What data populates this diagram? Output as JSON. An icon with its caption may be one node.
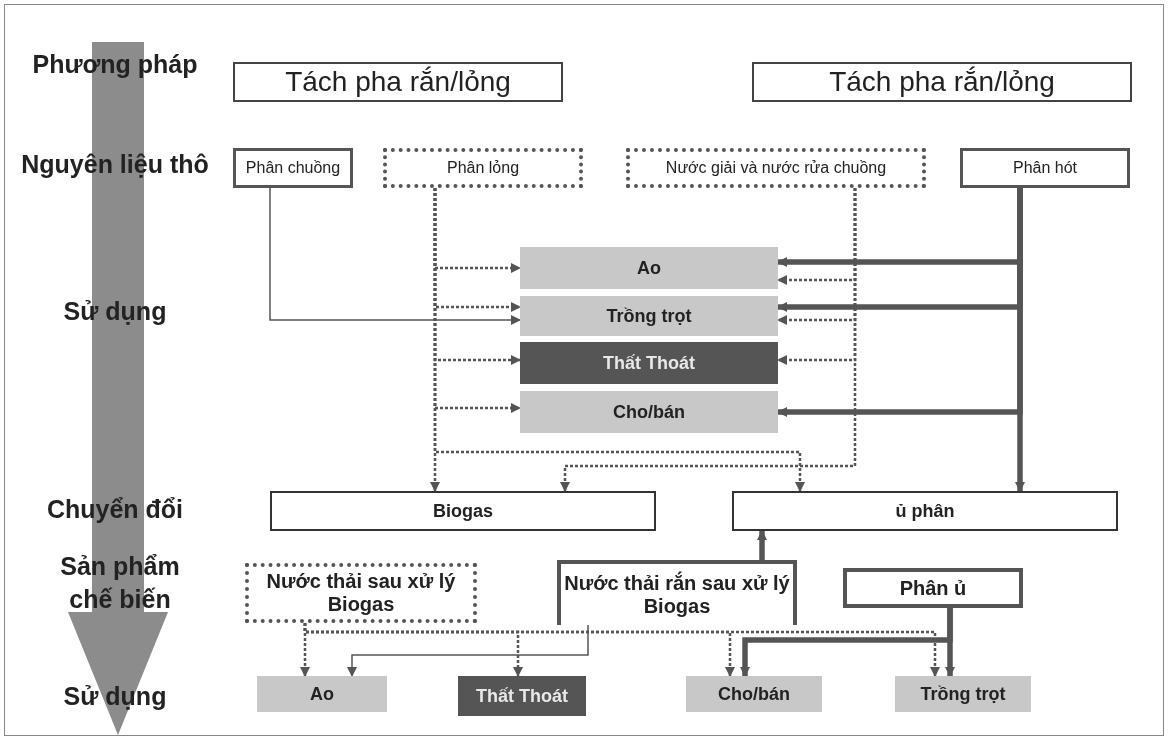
{
  "diagram": {
    "nodes": [
      {
        "text": [
          "Tách pha rắn/lỏng"
        ]
      },
      {
        "text": [
          "Tách pha rắn/lỏng"
        ]
      },
      {
        "text": [
          "Phân chuồng"
        ]
      },
      {
        "text": [
          "Phân lỏng"
        ]
      },
      {
        "text": [
          "Nước giải và nước rửa chuồng"
        ]
      },
      {
        "text": [
          "Phân hót"
        ]
      },
      {
        "text": [
          "Ao"
        ]
      },
      {
        "text": [
          "Trồng trọt"
        ]
      },
      {
        "text": [
          "Thất Thoát"
        ]
      },
      {
        "text": [
          "Cho/bán"
        ]
      },
      {
        "text": [
          "Biogas"
        ]
      },
      {
        "text": [
          "ủ phân"
        ]
      },
      {
        "text": [
          "Nước thải sau xử lý Biogas"
        ]
      },
      {
        "text": [
          "Nước thải rắn sau xử lý Biogas"
        ]
      },
      {
        "text": [
          "Phân ủ"
        ]
      },
      {
        "text": [
          "Ao"
        ]
      },
      {
        "text": [
          "Thất Thoát"
        ]
      },
      {
        "text": [
          "Cho/bán"
        ]
      },
      {
        "text": [
          "Trồng trọt"
        ]
      }
    ],
    "edges": [
      {
        "from": 2,
        "to": 7,
        "arrow": "to"
      },
      {
        "from": 3,
        "to": 6,
        "arrow": "to",
        "style": "dashed"
      },
      {
        "from": 3,
        "to": 7,
        "arrow": "to",
        "style": "dashed"
      },
      {
        "from": 3,
        "to": 8,
        "arrow": "to",
        "style": "dashed"
      },
      {
        "from": 3,
        "to": 9,
        "arrow": "to",
        "style": "dashed"
      },
      {
        "from": 3,
        "to": 10,
        "arrow": "to",
        "style": "dashed"
      },
      {
        "from": 3,
        "to": 11,
        "arrow": "to",
        "style": "dashed"
      },
      {
        "from": 4,
        "to": 6,
        "arrow": "to",
        "style": "dashed"
      },
      {
        "from": 4,
        "to": 7,
        "arrow": "to",
        "style": "dashed"
      },
      {
        "from": 4,
        "to": 8,
        "arrow": "to",
        "style": "dashed"
      },
      {
        "from": 4,
        "to": 10,
        "arrow": "to",
        "style": "dashed"
      },
      {
        "from": 5,
        "to": 6,
        "arrow": "to",
        "style": "thick"
      },
      {
        "from": 5,
        "to": 7,
        "arrow": "to",
        "style": "thick"
      },
      {
        "from": 5,
        "to": 9,
        "arrow": "to",
        "style": "thick"
      },
      {
        "from": 5,
        "to": 11,
        "arrow": "to",
        "style": "thick"
      },
      {
        "from": 13,
        "to": 11,
        "arrow": "to",
        "style": "thick"
      },
      {
        "from": 13,
        "to": 15,
        "arrow": "to"
      },
      {
        "from": 12,
        "to": 15,
        "arrow": "to",
        "style": "dashed"
      },
      {
        "from": 12,
        "to": 16,
        "arrow": "to",
        "style": "dashed"
      },
      {
        "from": 12,
        "to": 17,
        "arrow": "to",
        "style": "dashed"
      },
      {
        "from": 12,
        "to": 18,
        "arrow": "to",
        "style": "dashed"
      },
      {
        "from": 14,
        "to": 17,
        "arrow": "to",
        "style": "thick"
      },
      {
        "from": 14,
        "to": 18,
        "arrow": "to",
        "style": "thick"
      }
    ],
    "labels": [
      "Phương pháp",
      "Nguyên liệu thô",
      "Sử dụng",
      "Chuyển đổi",
      "Sản phẩm chế biến",
      "Sử dụng"
    ]
  }
}
